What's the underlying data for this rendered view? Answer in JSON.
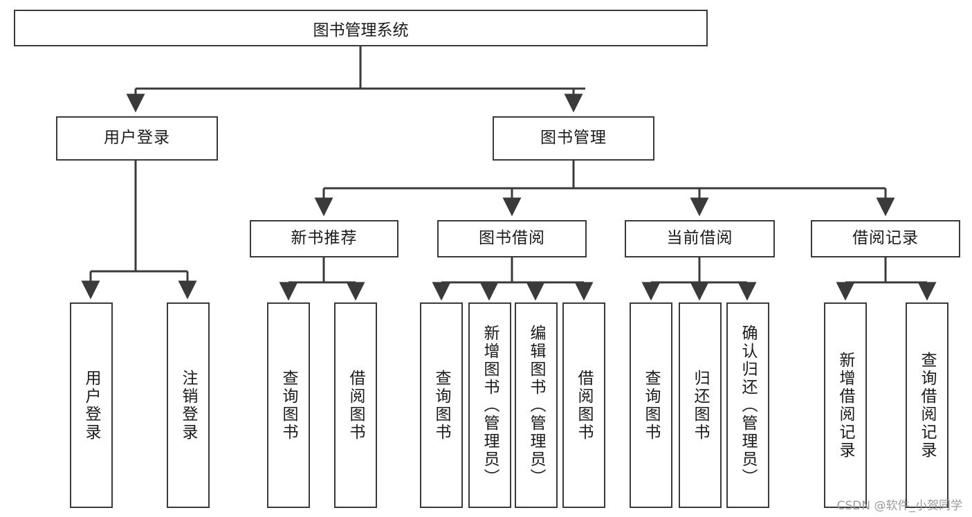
{
  "diagram": {
    "title": "图书管理系统",
    "type": "hierarchy-tree",
    "root": {
      "label": "图书管理系统"
    },
    "level2": [
      {
        "label": "用户登录"
      },
      {
        "label": "图书管理"
      }
    ],
    "level3": [
      {
        "label": "新书推荐"
      },
      {
        "label": "图书借阅"
      },
      {
        "label": "当前借阅"
      },
      {
        "label": "借阅记录"
      }
    ],
    "leaves": [
      {
        "label": "用户登录"
      },
      {
        "label": "注销登录"
      },
      {
        "label": "查询图书"
      },
      {
        "label": "借阅图书"
      },
      {
        "label": "查询图书"
      },
      {
        "label": "新增图书（管理员）"
      },
      {
        "label": "编辑图书（管理员）"
      },
      {
        "label": "借阅图书"
      },
      {
        "label": "查询图书"
      },
      {
        "label": "归还图书"
      },
      {
        "label": "确认归还（管理员）"
      },
      {
        "label": "新增借阅记录"
      },
      {
        "label": "查询借阅记录"
      }
    ]
  },
  "watermark": {
    "text": "CSDN @软件_小贺同学"
  },
  "colors": {
    "border": "#3a3a3a",
    "text": "#1a1a1a",
    "background": "#ffffff",
    "watermark": "#9a9a9a"
  }
}
